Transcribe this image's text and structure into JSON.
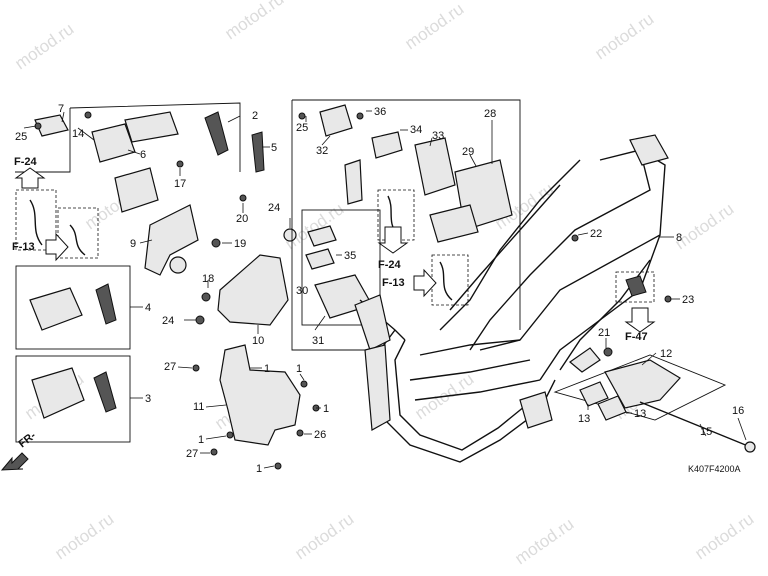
{
  "watermark": "motod.ru",
  "diagram_code": "K407F4200A",
  "refs": {
    "f24_left": "F-24",
    "f13_left": "F-13",
    "f24_mid": "F-24",
    "f13_mid": "F-13",
    "f47": "F-47",
    "fr": "FR-"
  },
  "labels": {
    "l1a": "1",
    "l1b": "1",
    "l1c": "1",
    "l1d": "1",
    "l1e": "1",
    "l2": "2",
    "l3": "3",
    "l4": "4",
    "l5": "5",
    "l6": "6",
    "l7": "7",
    "l8": "8",
    "l9": "9",
    "l10": "10",
    "l11": "11",
    "l12": "12",
    "l13a": "13",
    "l13b": "13",
    "l14": "14",
    "l15": "15",
    "l16": "16",
    "l17": "17",
    "l18": "18",
    "l19": "19",
    "l20": "20",
    "l21": "21",
    "l22": "22",
    "l23": "23",
    "l24a": "24",
    "l24b": "24",
    "l25a": "25",
    "l25b": "25",
    "l26": "26",
    "l27a": "27",
    "l27b": "27",
    "l28": "28",
    "l29": "29",
    "l30": "30",
    "l31": "31",
    "l32": "32",
    "l33": "33",
    "l34": "34",
    "l35": "35",
    "l36": "36"
  }
}
